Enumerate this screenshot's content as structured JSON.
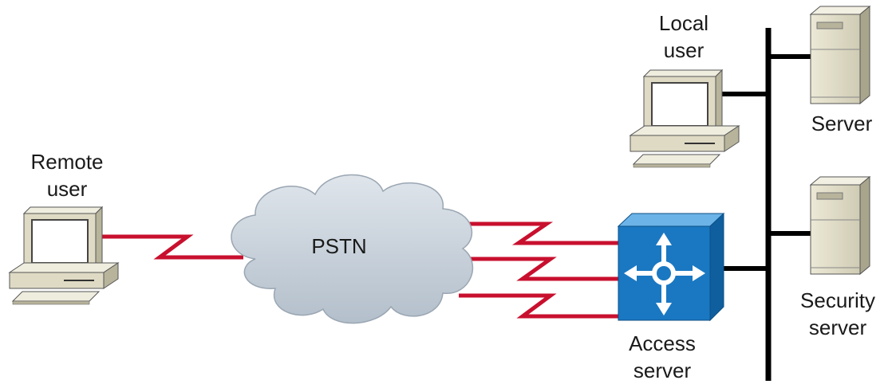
{
  "nodes": {
    "remote_user": {
      "line1": "Remote",
      "line2": "user"
    },
    "local_user": {
      "line1": "Local",
      "line2": "user"
    },
    "server": {
      "line1": "Server"
    },
    "security_server": {
      "line1": "Security",
      "line2": "server"
    },
    "access_server": {
      "line1": "Access",
      "line2": "server"
    },
    "pstn": {
      "line1": "PSTN"
    }
  },
  "colors": {
    "serial_link": "#c8102e",
    "ethernet": "#000000",
    "cloud": "#c9d2dc",
    "access_server": "#1a78c2",
    "computer_body": "#d9d6c3"
  }
}
